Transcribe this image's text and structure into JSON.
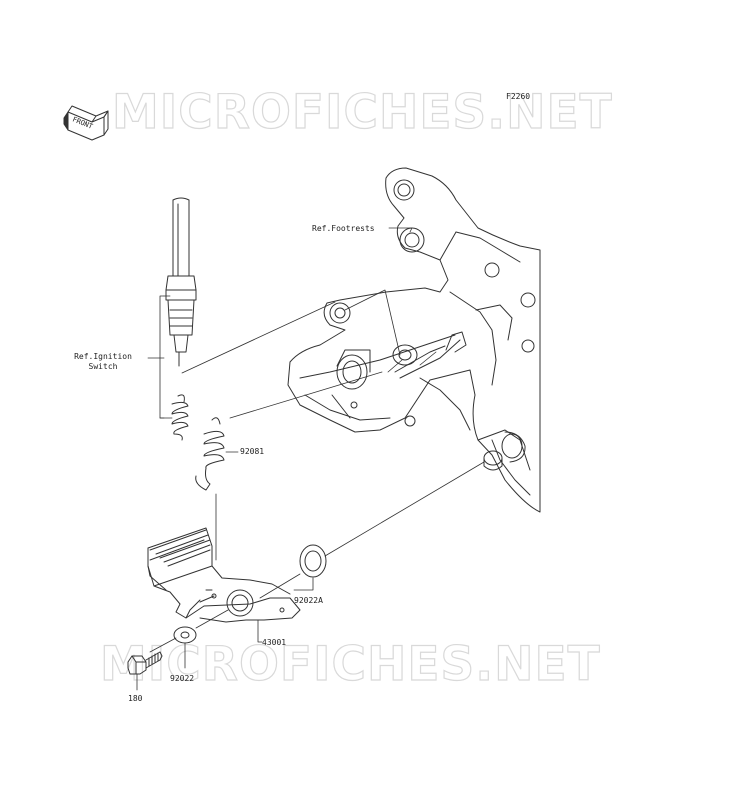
{
  "figure_code": "F2260",
  "watermark": "MICROFICHES.NET",
  "front_arrow": "FRONT",
  "labels": {
    "footrests": "Ref.Footrests",
    "ignition_line1": "Ref.Ignition",
    "ignition_line2": "Switch",
    "spring": "92081",
    "washer_a": "92022A",
    "pedal": "43001",
    "washer": "92022",
    "bolt": "180"
  },
  "colors": {
    "line": "#333333",
    "watermark": "#d9d9d9",
    "background": "#ffffff"
  }
}
